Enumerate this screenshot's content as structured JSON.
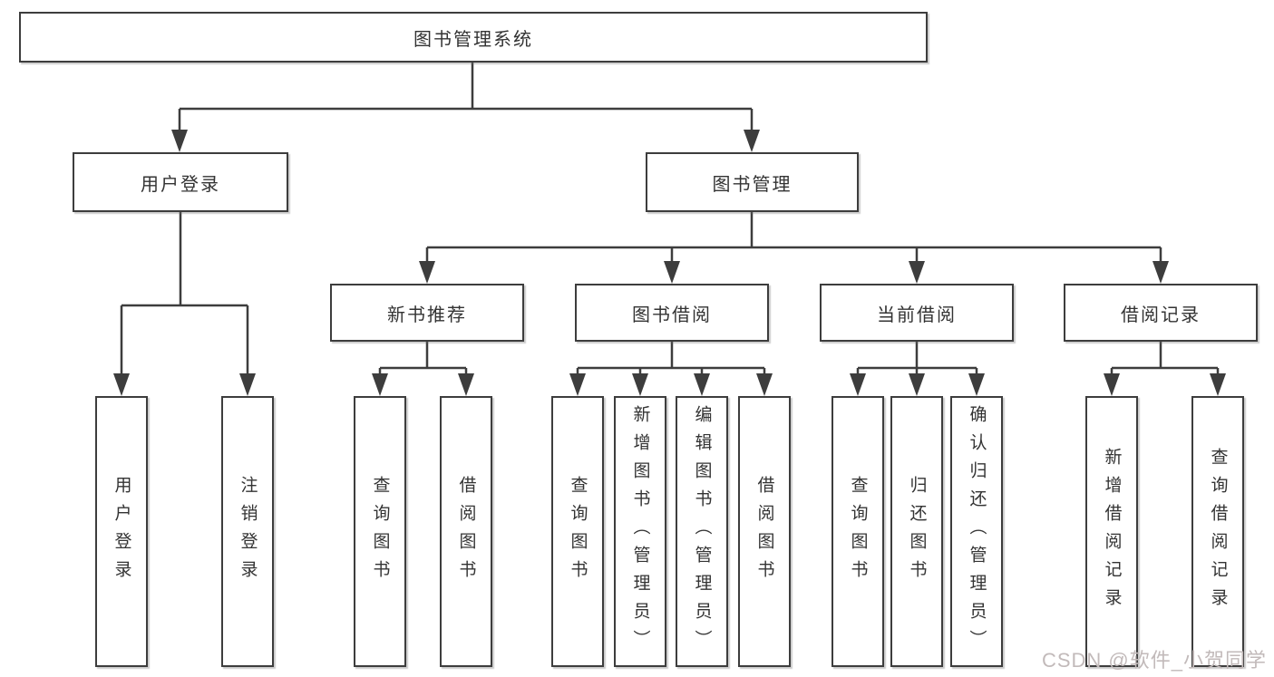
{
  "diagram": {
    "root": {
      "label": "图书管理系统"
    },
    "level2": [
      {
        "label": "用户登录"
      },
      {
        "label": "图书管理"
      }
    ],
    "level3": [
      {
        "label": "新书推荐"
      },
      {
        "label": "图书借阅"
      },
      {
        "label": "当前借阅"
      },
      {
        "label": "借阅记录"
      }
    ],
    "leaves": [
      {
        "parent": "用户登录",
        "label": "用户登录"
      },
      {
        "parent": "用户登录",
        "label": "注销登录"
      },
      {
        "parent": "新书推荐",
        "label": "查询图书"
      },
      {
        "parent": "新书推荐",
        "label": "借阅图书"
      },
      {
        "parent": "图书借阅",
        "label": "查询图书"
      },
      {
        "parent": "图书借阅",
        "label": "新增图书（管理员）"
      },
      {
        "parent": "图书借阅",
        "label": "编辑图书（管理员）"
      },
      {
        "parent": "图书借阅",
        "label": "借阅图书"
      },
      {
        "parent": "当前借阅",
        "label": "查询图书"
      },
      {
        "parent": "当前借阅",
        "label": "归还图书"
      },
      {
        "parent": "当前借阅",
        "label": "确认归还（管理员）"
      },
      {
        "parent": "借阅记录",
        "label": "新增借阅记录"
      },
      {
        "parent": "借阅记录",
        "label": "查询借阅记录"
      }
    ]
  },
  "watermark": {
    "text": "CSDN @软件_小贺同学"
  },
  "colors": {
    "line": "#3d3d3d",
    "text": "#333333",
    "background": "#ffffff",
    "watermark": "#c2baba"
  }
}
